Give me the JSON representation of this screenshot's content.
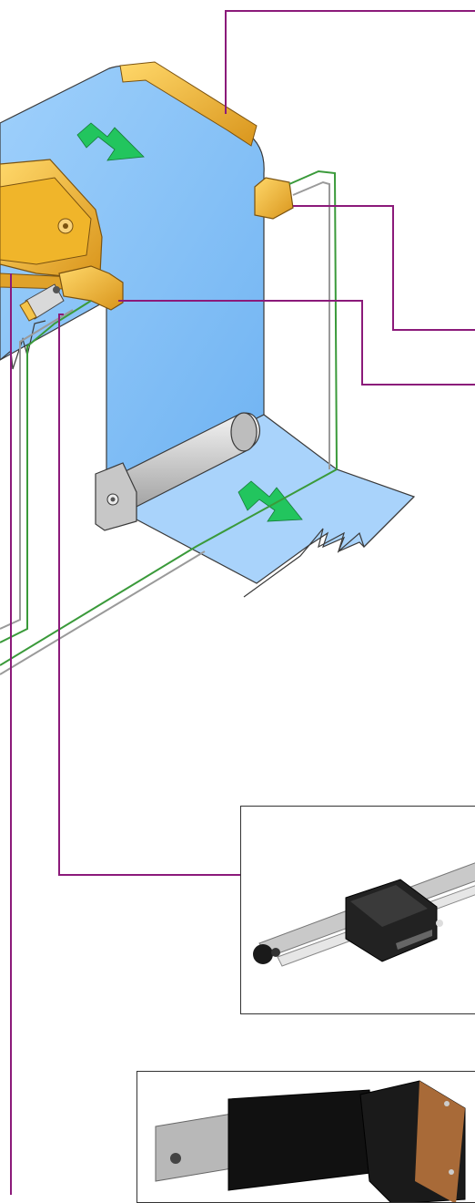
{
  "figure": {
    "colors": {
      "web": "#8fc3f7",
      "web_light": "#cfe5fb",
      "arrow": "#22c55e",
      "leader_line": "#8b1a7a",
      "bracket": "#f5b82e",
      "bracket_dark": "#c9871a",
      "cable_green": "#3a9a3a",
      "cable_gray": "#9a9a9a",
      "roller": "#d6d6d6"
    },
    "photo_1": {
      "name": "sensor-rail-photo",
      "label": "sensor-with-mounting-rail"
    },
    "photo_2": {
      "name": "cylindrical-sensor-photo",
      "label": "cylindrical-sensor"
    }
  }
}
